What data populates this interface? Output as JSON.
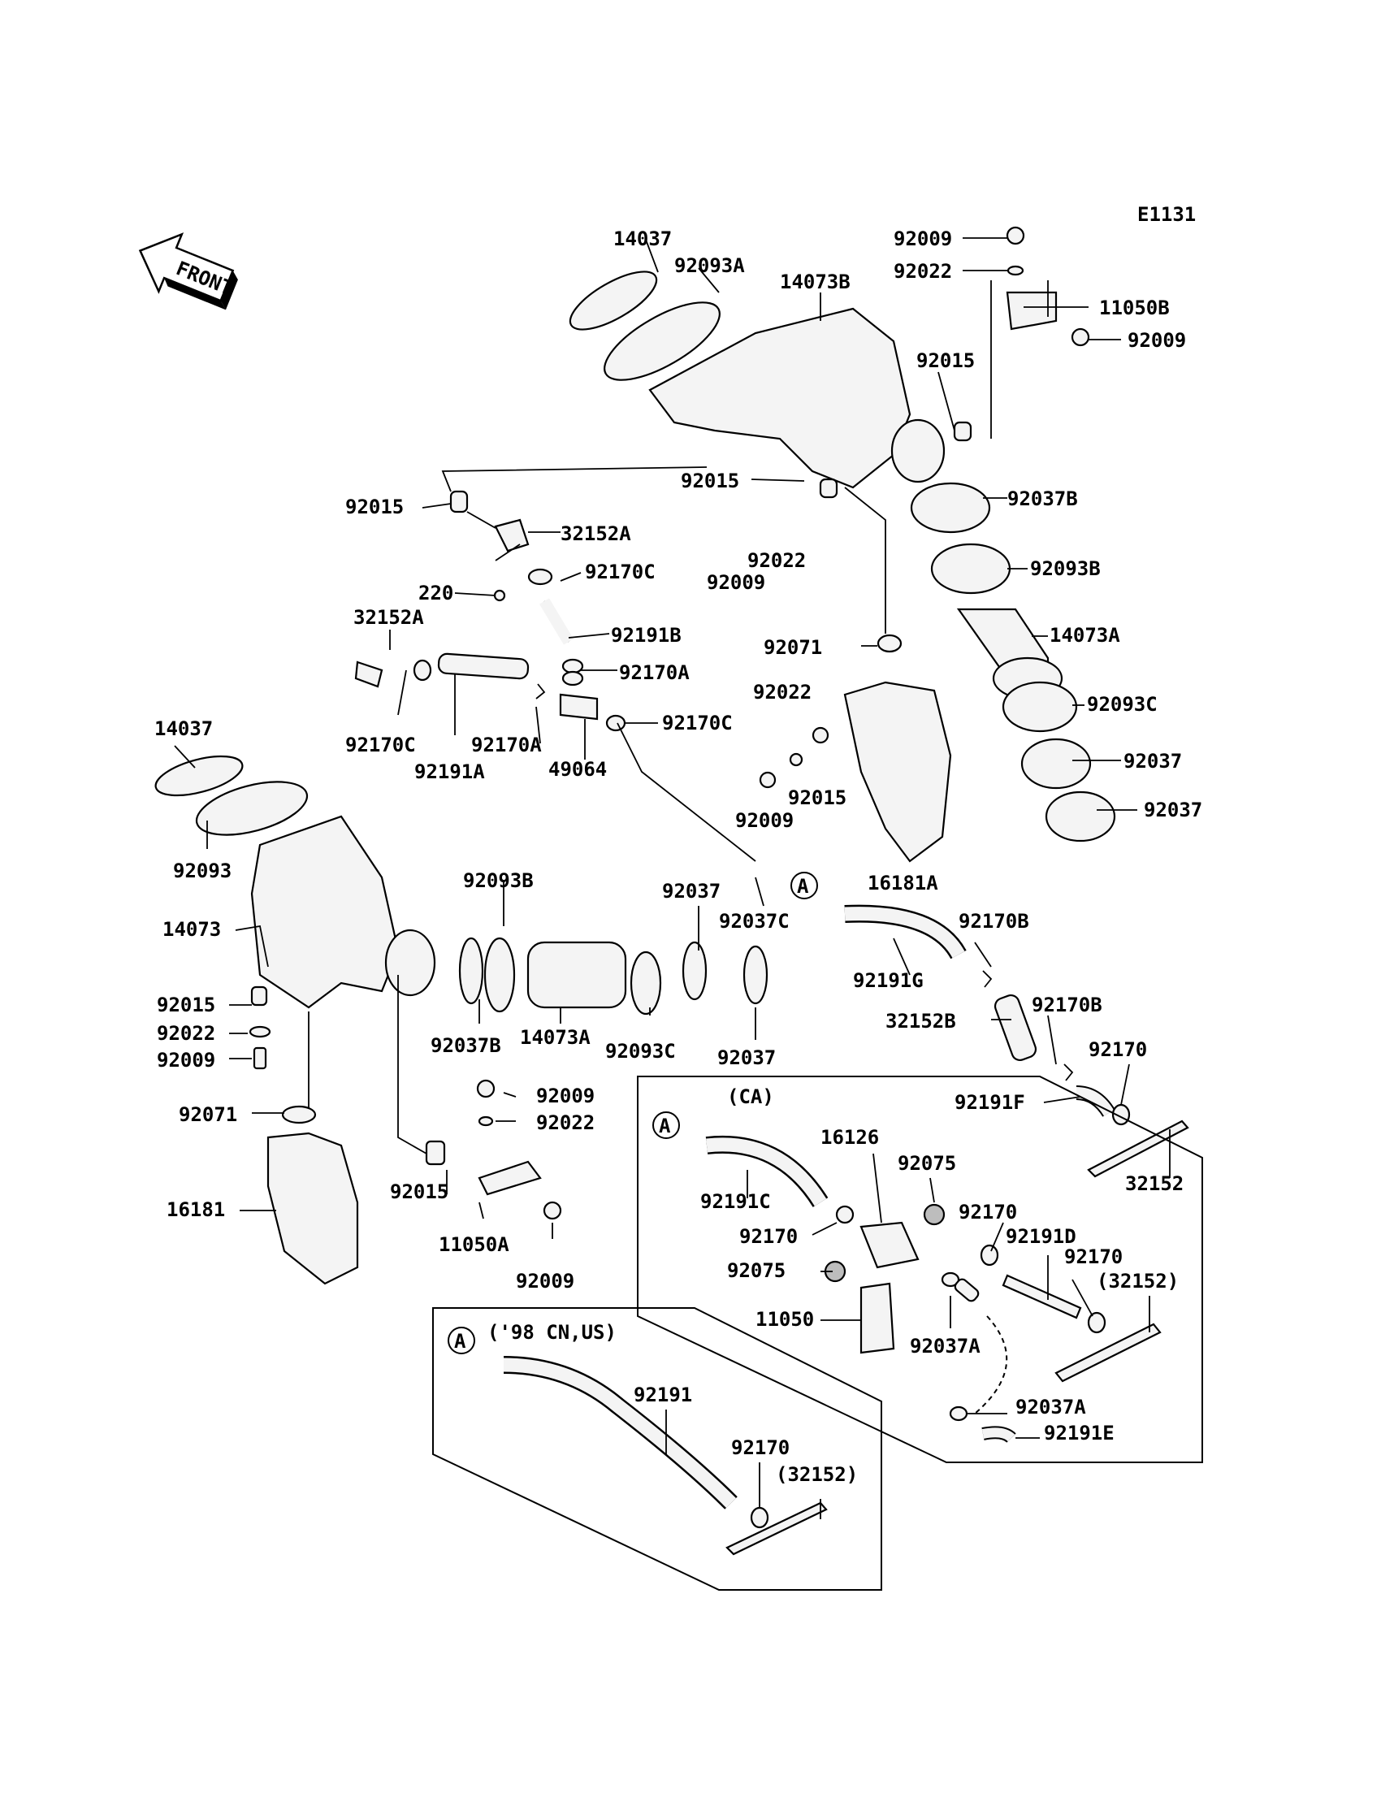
{
  "diagram_code": "E1131",
  "front_label": "FRONT",
  "variants": {
    "ca": "(CA)",
    "us": "('98 CN,US)",
    "ref_a": "(32152)",
    "ref_b": "(32152)"
  },
  "callouts": {
    "A_main": "A",
    "A_ca": "A",
    "A_us": "A"
  },
  "part_labels": [
    "14037",
    "92093A",
    "14073B",
    "92009",
    "92022",
    "11050B",
    "92009",
    "92015",
    "92015",
    "32152A",
    "92015",
    "92037B",
    "92022",
    "92170C",
    "220",
    "92009",
    "92093B",
    "32152A",
    "92191B",
    "92071",
    "14073A",
    "92170A",
    "92022",
    "92170C",
    "92093C",
    "92170C",
    "92170A",
    "49064",
    "92191A",
    "92015",
    "92037",
    "92009",
    "92037",
    "14037",
    "92093",
    "16181A",
    "92093B",
    "92037",
    "92037C",
    "14073",
    "92170B",
    "92191G",
    "92015",
    "92170B",
    "32152B",
    "92022",
    "92037B",
    "14073A",
    "92093C",
    "92037",
    "92009",
    "92170",
    "92009",
    "92191F",
    "92071",
    "92022",
    "16126",
    "32152",
    "92015",
    "92075",
    "16181",
    "92191C",
    "92170",
    "11050A",
    "92170",
    "92191D",
    "92009",
    "92075",
    "92170",
    "11050",
    "92037A",
    "92191",
    "92037A",
    "92191E",
    "92170"
  ]
}
